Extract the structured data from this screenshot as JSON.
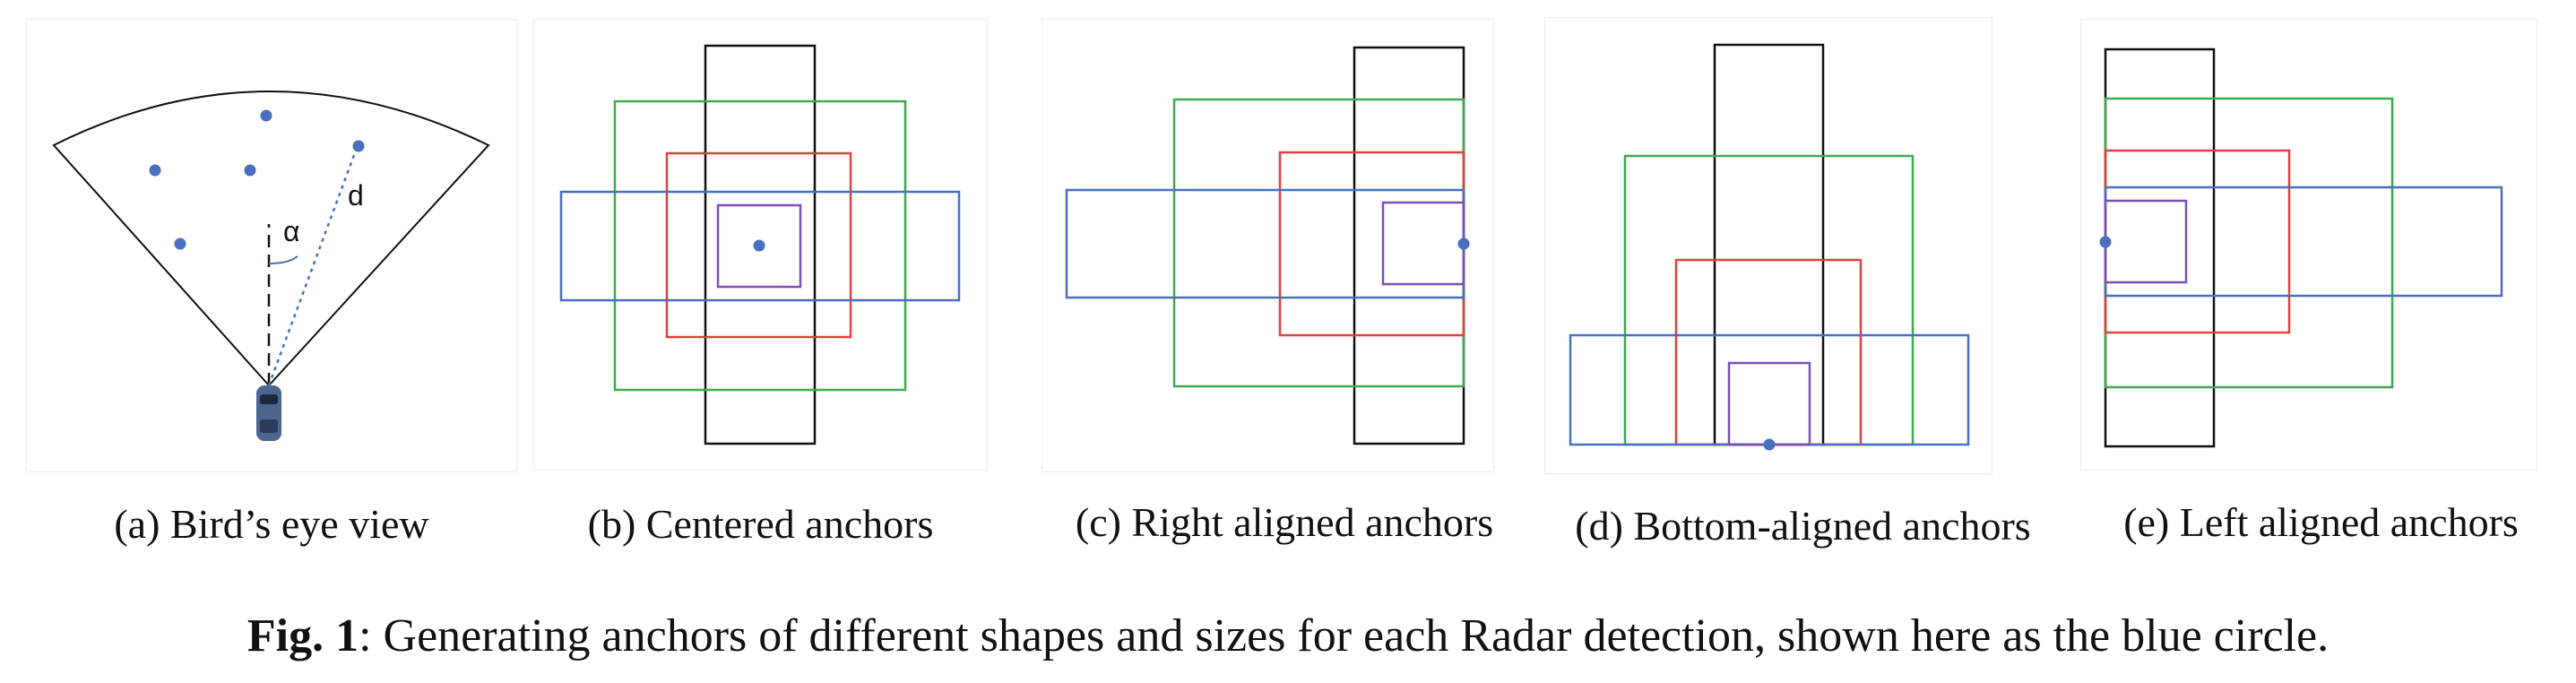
{
  "panels": [
    {
      "label": "(a) Bird’s eye view",
      "annotations": {
        "angle": "α",
        "distance": "d"
      }
    },
    {
      "label": "(b) Centered anchors"
    },
    {
      "label": "(c) Right aligned anchors"
    },
    {
      "label": "(d) Bottom-aligned anchors"
    },
    {
      "label": "(e) Left aligned anchors"
    }
  ],
  "caption": {
    "prefix": "Fig. 1",
    "text": ": Generating anchors of different shapes and sizes for each Radar detection, shown here as the blue circle."
  },
  "colors": {
    "detection": "#4a6fbf",
    "anchor_tall": "#111111",
    "anchor_large": "#3fa94f",
    "anchor_medium": "#e0413a",
    "anchor_wide": "#4a6fbf",
    "anchor_small": "#7b4fb5"
  }
}
